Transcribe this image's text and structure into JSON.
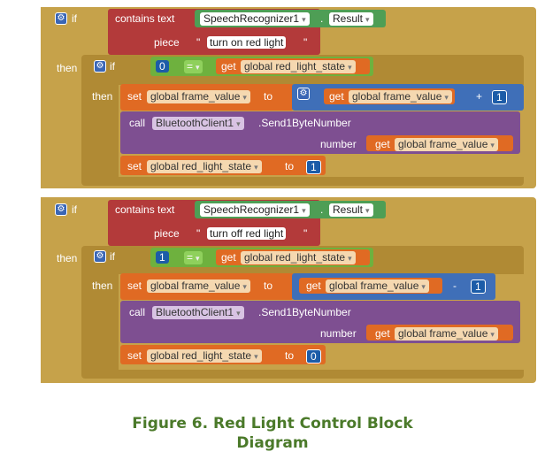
{
  "kw": {
    "if": "if",
    "then": "then",
    "set": "set",
    "to": "to",
    "call": "call",
    "get": "get",
    "contains": "contains text",
    "piece": "piece",
    "number": "number"
  },
  "block1": {
    "component": "SpeechRecognizer1",
    "result": "Result",
    "piece_text": "turn on red light",
    "compare_num": "0",
    "compare_op": "=",
    "state_var": "global red_light_state",
    "frame_var": "global frame_value",
    "op": "+",
    "add_num": "1",
    "bt": "BluetoothClient1",
    "method": ".Send1ByteNumber",
    "set_state": "1"
  },
  "block2": {
    "component": "SpeechRecognizer1",
    "result": "Result",
    "piece_text": "turn off red light",
    "compare_num": "1",
    "compare_op": "=",
    "state_var": "global red_light_state",
    "frame_var": "global frame_value",
    "op": "-",
    "sub_num": "1",
    "bt": "BluetoothClient1",
    "method": ".Send1ByteNumber",
    "set_state": "0"
  },
  "caption": {
    "line1": "Figure 6. Red Light Control Block",
    "line2": "Diagram"
  }
}
